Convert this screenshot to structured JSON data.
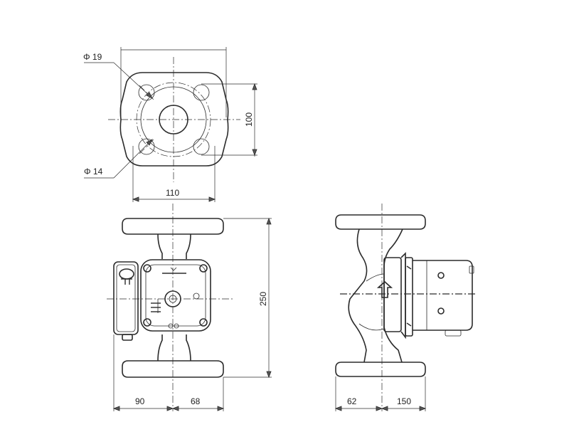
{
  "drawing": {
    "top_view": {
      "hole_large_label": "Φ 19",
      "hole_small_label": "Φ 14",
      "width_label": "110",
      "height_label": "100"
    },
    "front_view": {
      "height_label": "250",
      "left_label": "90",
      "right_label": "68"
    },
    "side_view": {
      "left_label": "62",
      "right_label": "150"
    }
  }
}
